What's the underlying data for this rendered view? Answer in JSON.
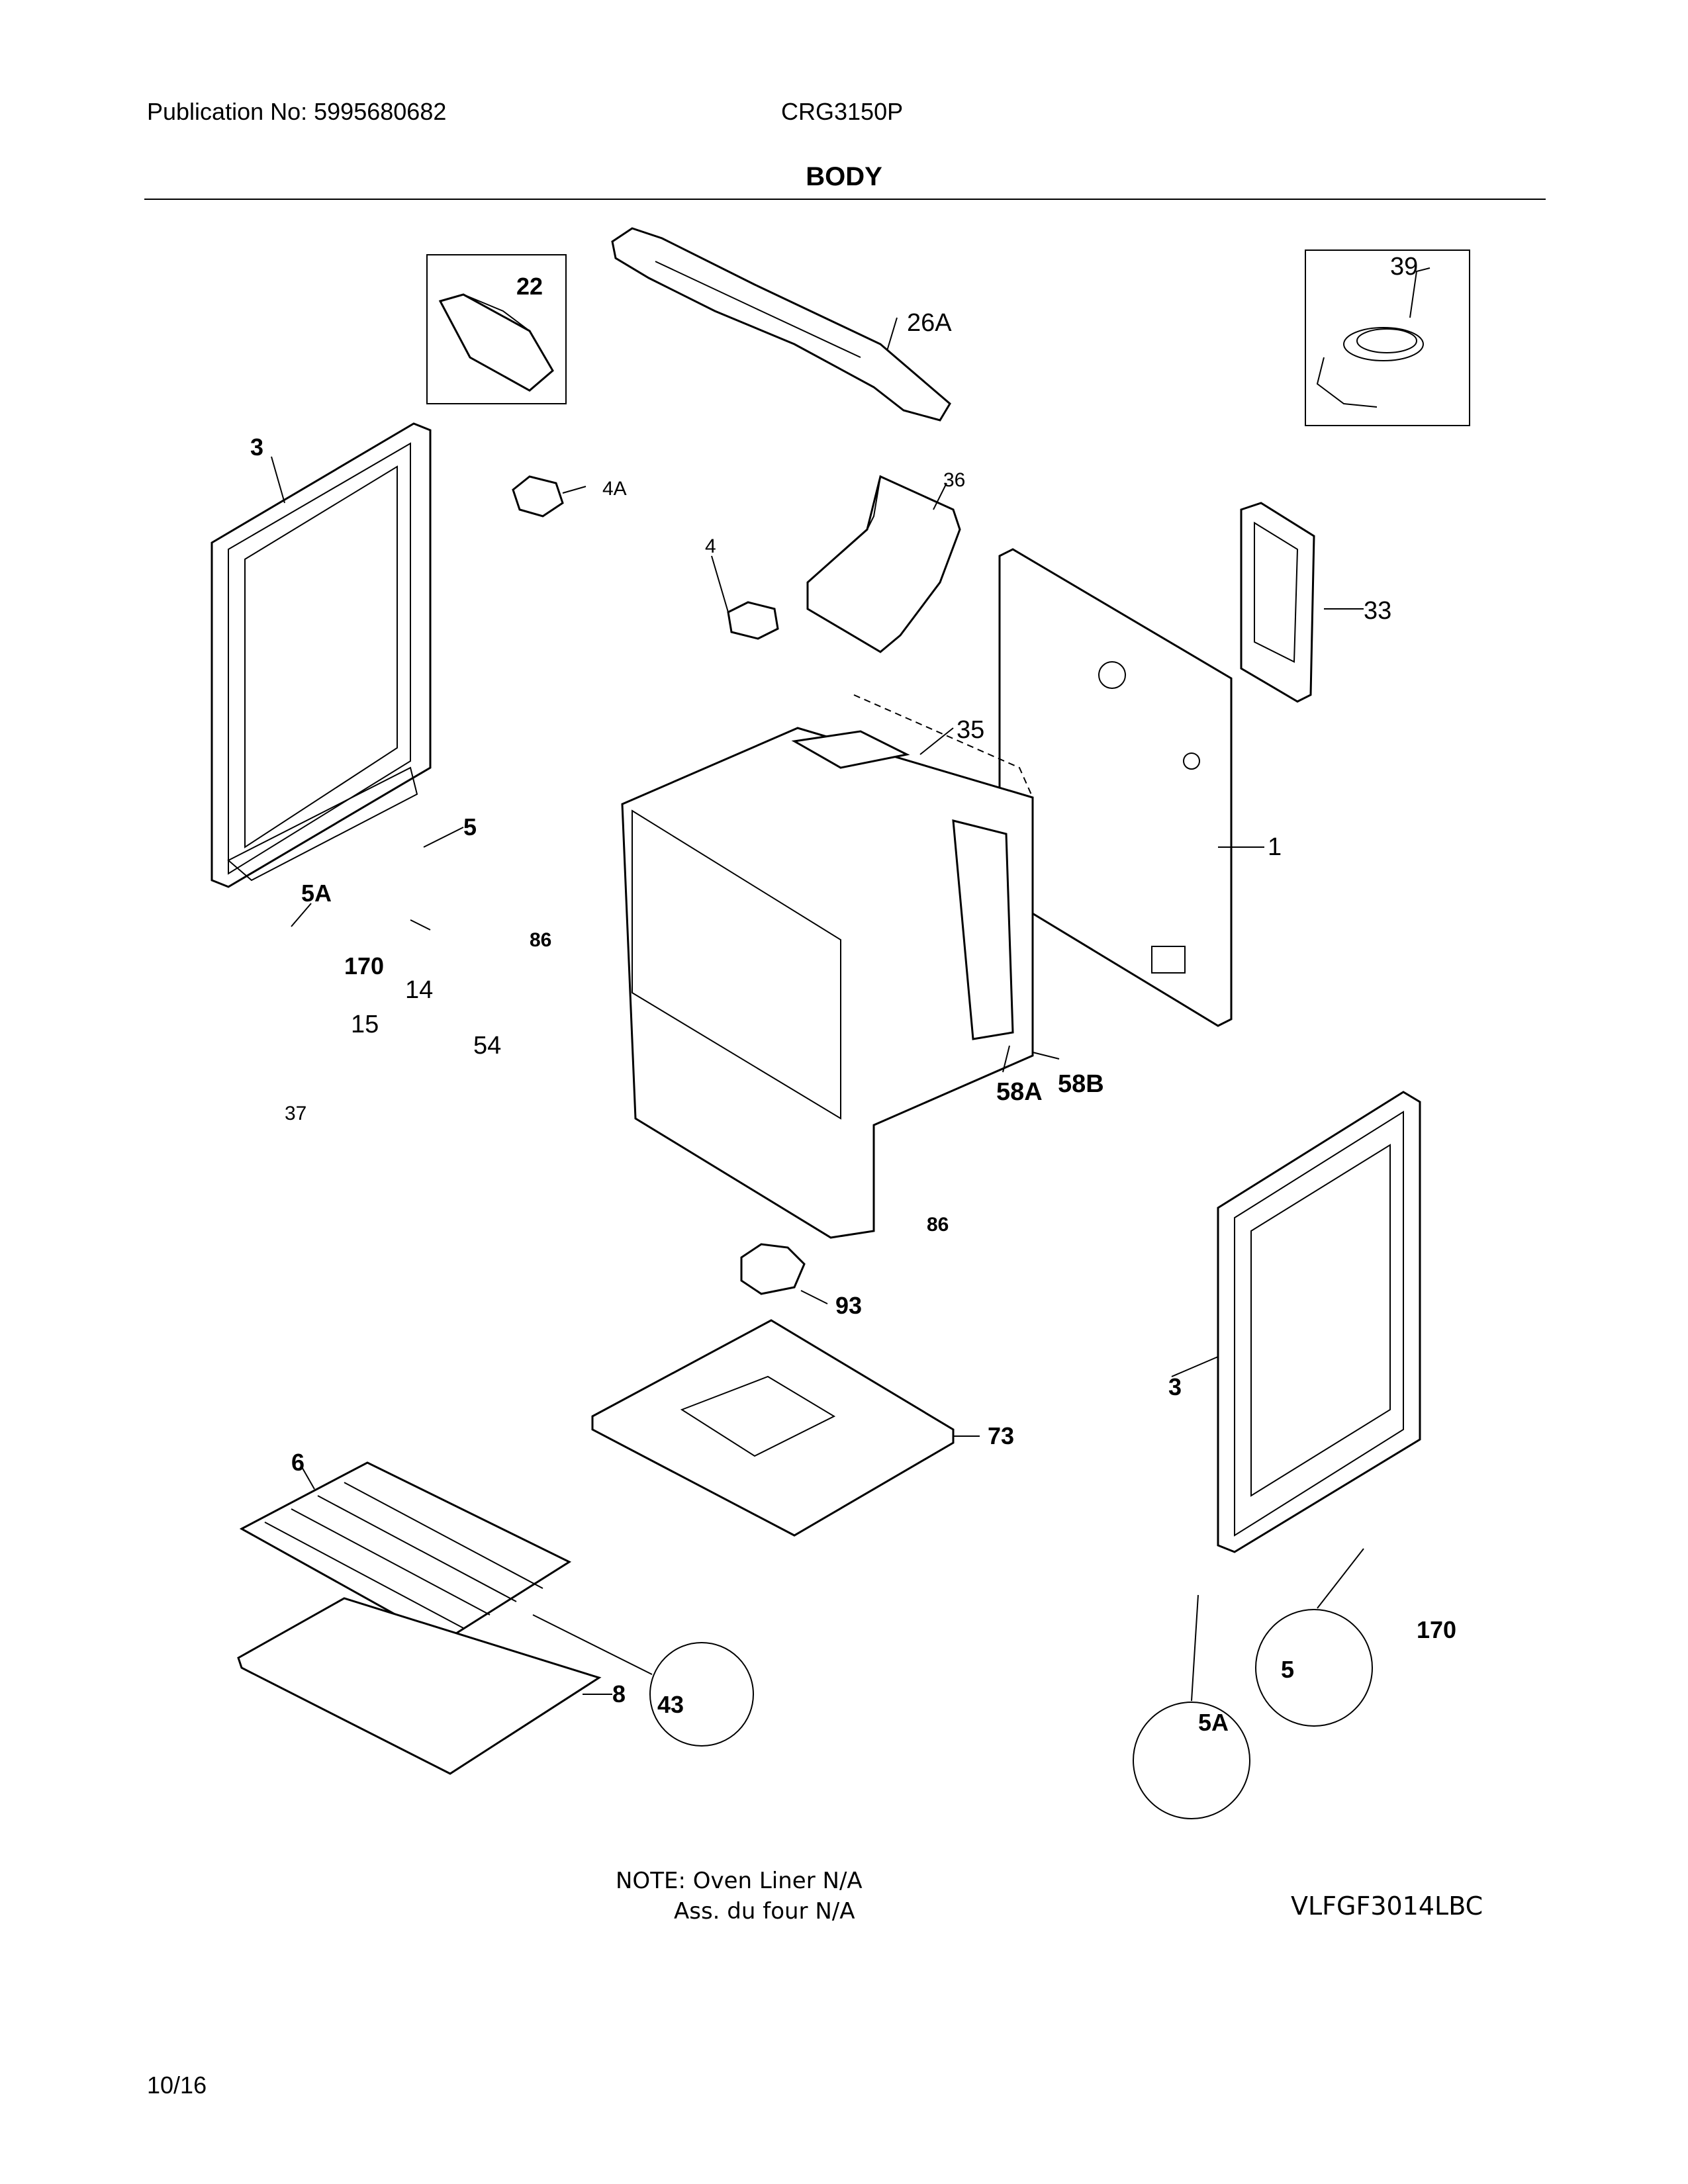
{
  "header": {
    "publication": "Publication No: 5995680682",
    "model": "CRG3150P",
    "section_title": "BODY"
  },
  "callouts": {
    "c22": "22",
    "c26A": "26A",
    "c39": "39",
    "c3_left": "3",
    "c4A": "4A",
    "c36": "36",
    "c4": "4",
    "c33": "33",
    "c35": "35",
    "c5_left": "5",
    "c5A_left": "5A",
    "c170_left": "170",
    "c86_left": "86",
    "c14": "14",
    "c15": "15",
    "c54": "54",
    "c1": "1",
    "c37": "37",
    "c58A": "58A",
    "c58B": "58B",
    "c86_right": "86",
    "c93": "93",
    "c3_right": "3",
    "c73": "73",
    "c6": "6",
    "c8": "8",
    "c43": "43",
    "c170_right": "170",
    "c5_right": "5",
    "c5A_right": "5A"
  },
  "footer": {
    "note_line1": "NOTE: Oven Liner N/A",
    "note_line2": "Ass. du four N/A",
    "figure_code": "VLFGF3014LBC",
    "date": "10/16"
  }
}
